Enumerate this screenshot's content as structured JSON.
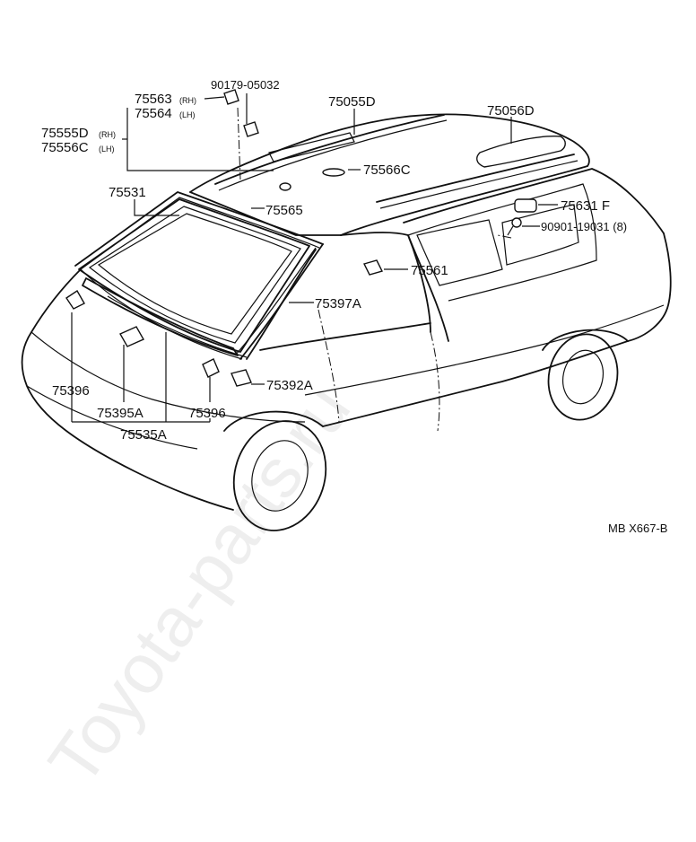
{
  "diagram": {
    "code": "MB X667-B",
    "watermark": "Toyota-parts.ru"
  },
  "callouts": {
    "p90179": "90179-05032",
    "p75563": "75563",
    "p75563_side": "(RH)",
    "p75564": "75564",
    "p75564_side": "(LH)",
    "p75555d": "75555D",
    "p75555d_side": "(RH)",
    "p75556c": "75556C",
    "p75556c_side": "(LH)",
    "p75055d": "75055D",
    "p75056d": "75056D",
    "p75566c": "75566C",
    "p75631f": "75631 F",
    "p90901": "90901-19031 (8)",
    "p75531": "75531",
    "p75565": "75565",
    "p75561": "75561",
    "p75397a": "75397A",
    "p75396_left": "75396",
    "p75395a": "75395A",
    "p75396_right": "75396",
    "p75392a": "75392A",
    "p75535a": "75535A"
  }
}
